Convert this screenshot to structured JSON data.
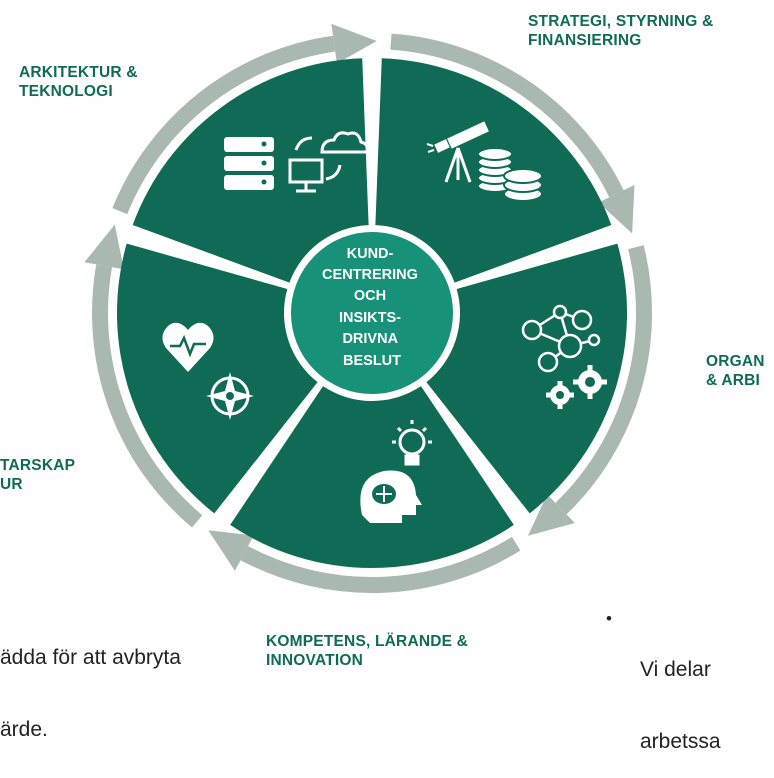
{
  "center": {
    "lines": [
      "KUND-",
      "CENTRERING",
      "OCH",
      "INSIKTS-",
      "DRIVNA",
      "BESLUT"
    ]
  },
  "labels": {
    "strategy": [
      "STRATEGI, STYRNING &",
      "FINANSIERING"
    ],
    "architecture": [
      "ARKITEKTUR &",
      "TEKNOLOGI"
    ],
    "organization": [
      "ORGAN",
      "& ARBI"
    ],
    "leadership": [
      "TARSKAP",
      "UR"
    ],
    "competence": [
      "KOMPETENS, LÄRANDE &",
      "INNOVATION"
    ]
  },
  "body_text": {
    "left": [
      "ädda för att avbryta",
      "ärde."
    ],
    "right_bullet": "•",
    "right": [
      "Vi delar",
      "arbetssa"
    ]
  },
  "icons": {
    "architecture": [
      "database-icon",
      "cloud-sync-icon"
    ],
    "strategy": [
      "telescope-icon",
      "coins-icon"
    ],
    "organization": [
      "network-people-icon",
      "gears-icon"
    ],
    "competence": [
      "lightbulb-icon",
      "brain-head-icon"
    ],
    "leadership": [
      "heart-pulse-icon",
      "compass-icon"
    ]
  },
  "colors": {
    "segment": "#0f6b55",
    "ring": "#a9b8b1",
    "center": "#179177",
    "label": "#0f6b55"
  }
}
